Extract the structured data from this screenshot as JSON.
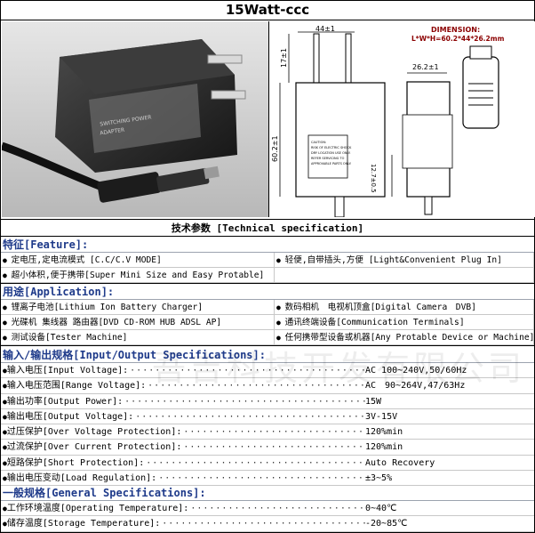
{
  "title": "15Watt-ccc",
  "dimension": {
    "heading": "DIMENSION:",
    "formula": "L*W*H=60.2*44*26.2mm",
    "width_label": "44±1",
    "left_label": "17±1",
    "height_label": "60.2±1",
    "depth_label": "26.2±1",
    "pin_label": "12.7±0.5",
    "caution_lines": [
      "CAUTION:",
      "RISK OF ELECTRIC SHOCK",
      "DRY LOCATION USE ONLY.",
      "REFER SERVICING TO",
      "APPROVABLE PARTS ONLY."
    ]
  },
  "photo": {
    "label_lines": [
      "SWITCHING POWER",
      "ADAPTER"
    ]
  },
  "tech_spec_header": "技术参数 [Technical specification]",
  "feature": {
    "title": "特征[Feature]:",
    "items": [
      "定电压,定电流模式 [C.C/C.V MODE]",
      "轻便,自带插头,方便 [Light&Convenient Plug In]",
      "超小体积,便于携带[Super Mini Size and Easy Protable]",
      ""
    ]
  },
  "application": {
    "title": "用途[Application]:",
    "items": [
      "锂离子电池[Lithium Ion Battery Charger]",
      "数码相机　电视机顶盒[Digital Camera　DVB]",
      "光碟机 集线器 路由器[DVD CD-ROM HUB ADSL AP]",
      "通讯终端设备[Communication Terminals]",
      "测试设备[Tester Machine]",
      "任何携带型设备或机器[Any Protable Device or Machine]"
    ]
  },
  "io": {
    "title": "输入/输出规格[Input/Output Specifications]:",
    "rows": [
      {
        "key": "输入电压[Input Voltage]:",
        "value": "AC 100~240V,50/60Hz"
      },
      {
        "key": "输入电压范围[Range Voltage]:",
        "value": "AC　90~264V,47/63Hz"
      },
      {
        "key": "输出功率[Output Power]:",
        "value": "15W"
      },
      {
        "key": "输出电压[Output Voltage]:",
        "value": "3V-15V"
      },
      {
        "key": "过压保护[Over Voltage Protection]:",
        "value": "120%min"
      },
      {
        "key": "过流保护[Over Current Protection]:",
        "value": "120%min"
      },
      {
        "key": "短路保护[Short Protection]:",
        "value": "Auto Recovery"
      },
      {
        "key": "输出电压变动[Load Regulation]:",
        "value": "±3~5%"
      }
    ]
  },
  "general": {
    "title": "一般规格[General Specifications]:",
    "rows": [
      {
        "key": "工作环境温度[Operating Temperature]:",
        "value": "0~40℃"
      },
      {
        "key": "储存温度[Storage Temperature]:",
        "value": "-20~85℃"
      }
    ]
  },
  "watermark": "吾吉科技开发有限公司",
  "colors": {
    "section_title": "#1e3a8a",
    "photo_bg": "#cfcfcf",
    "adapter": "#2a2a2a"
  }
}
